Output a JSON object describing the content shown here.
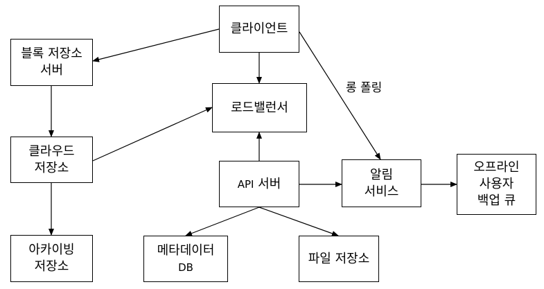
{
  "nodes": {
    "client": {
      "lines": [
        "클라이언트"
      ]
    },
    "block_server": {
      "lines": [
        "블록 저장소",
        "서버"
      ]
    },
    "load_balancer": {
      "lines": [
        "로드밸런서"
      ]
    },
    "cloud_storage": {
      "lines": [
        "클라우드",
        "저장소"
      ]
    },
    "api_server": {
      "label_prefix": "API",
      "label_rest": " 서버"
    },
    "notification": {
      "lines": [
        "알림",
        "서비스"
      ]
    },
    "offline_queue": {
      "lines": [
        "오프라인",
        "사용자",
        "백업 큐"
      ]
    },
    "archiving": {
      "lines": [
        "아카이빙",
        "저장소"
      ]
    },
    "metadata_db": {
      "line1": "메타데이터",
      "line2": "DB"
    },
    "file_storage": {
      "lines": [
        "파일 저장소"
      ]
    }
  },
  "edge_labels": {
    "long_polling": "롱 폴링"
  }
}
